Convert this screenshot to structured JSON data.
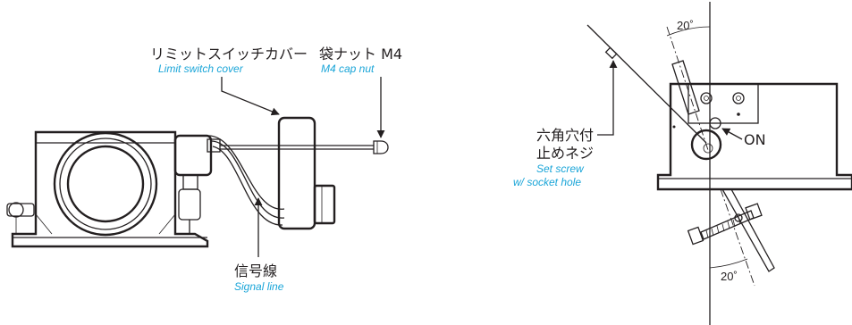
{
  "left_drawing": {
    "cover_label_jp": "リミットスイッチカバー",
    "cover_label_en": "Limit switch cover",
    "nut_label_jp": "袋ナット M4",
    "nut_label_en": "M4 cap nut",
    "signal_label_jp": "信号線",
    "signal_label_en": "Signal line"
  },
  "right_drawing": {
    "top_angle": "20˚",
    "bottom_angle": "20˚",
    "setscrew_label_jp_line1": "六角穴付",
    "setscrew_label_jp_line2": "止めネジ",
    "setscrew_label_en_line1": "Set screw",
    "setscrew_label_en_line2": "w/ socket hole",
    "on_label": "ON"
  },
  "colors": {
    "line": "#231f20",
    "english_caption": "#1aa5d8"
  }
}
